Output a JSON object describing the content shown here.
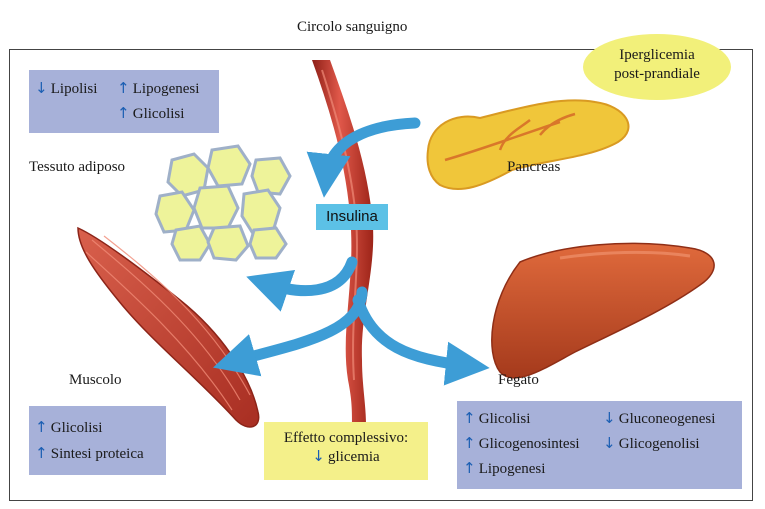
{
  "labels": {
    "circolo": "Circolo sanguigno",
    "tessuto": "Tessuto adiposo",
    "pancreas": "Pancreas",
    "muscolo": "Muscolo",
    "fegato": "Fegato",
    "insulina": "Insulina"
  },
  "iperglicemia": {
    "line1": "Iperglicemia",
    "line2": "post-prandiale"
  },
  "adipose_box": {
    "lipolisi": "Lipolisi",
    "lipogenesi": "Lipogenesi",
    "glicolisi": "Glicolisi"
  },
  "muscle_box": {
    "glicolisi": "Glicolisi",
    "sintesi": "Sintesi proteica"
  },
  "liver_box": {
    "glicolisi": "Glicolisi",
    "glicogenosintesi": "Glicogenosintesi",
    "lipogenesi": "Lipogenesi",
    "gluconeogenesi": "Gluconeogenesi",
    "glicogenolisi": "Glicogenolisi"
  },
  "effect_box": {
    "line1": "Effetto complessivo:",
    "line2": "glicemia"
  },
  "arrows": {
    "up": "↑",
    "down": "↓"
  },
  "colors": {
    "box_blue": "#a7b1d9",
    "insulin_box": "#5cc1e6",
    "highlight_yellow": "#f2f07a",
    "flow_arrow": "#3d9dd6",
    "vessel": "#c23a2d",
    "pancreas": "#f0c63a",
    "liver": "#c9522c",
    "muscle": "#c94a3a",
    "adipocyte": "#eef39a"
  },
  "icons": [
    "up-arrow-icon",
    "down-arrow-icon",
    "blood-vessel",
    "pancreas-illustration",
    "liver-illustration",
    "muscle-illustration",
    "adipose-cells-illustration"
  ]
}
